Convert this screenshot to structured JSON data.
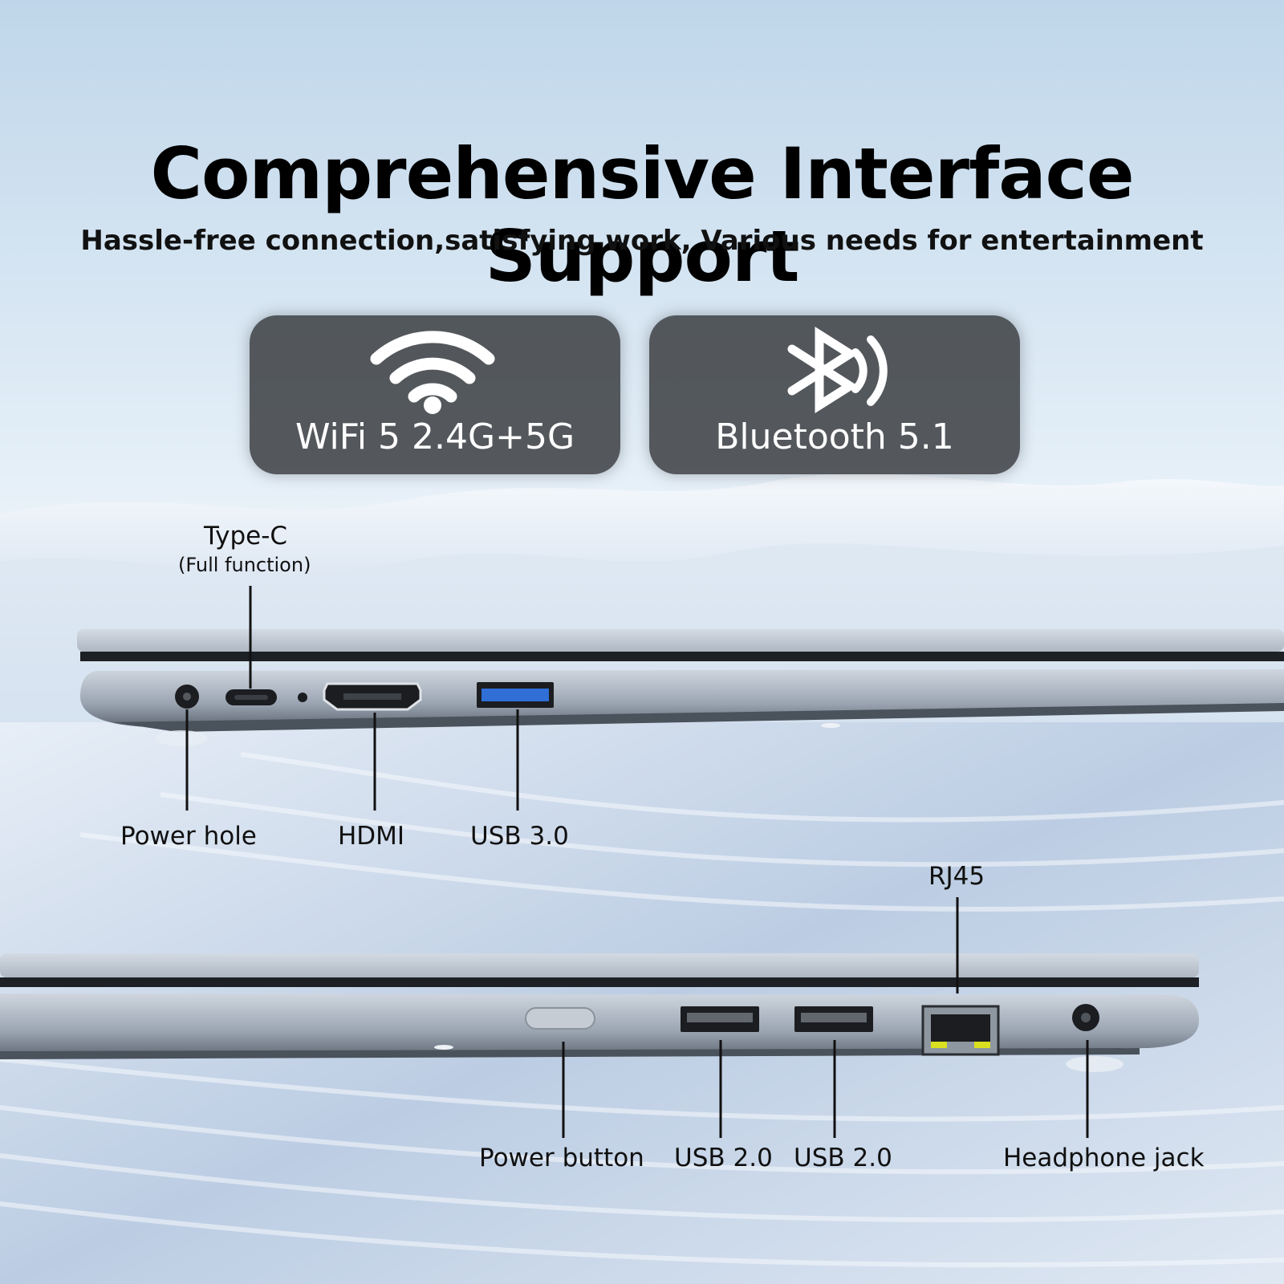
{
  "header": {
    "title": "Comprehensive Interface Support",
    "subtitle": "Hassle-free connection,satisfying work, Various needs for entertainment"
  },
  "features": [
    {
      "label": "WiFi 5 2.4G+5G",
      "icon": "wifi-icon"
    },
    {
      "label": "Bluetooth 5.1",
      "icon": "bluetooth-icon"
    }
  ],
  "left_side": {
    "type_c": {
      "name": "Type-C",
      "note": "(Full function)"
    },
    "power_hole": "Power hole",
    "hdmi": "HDMI",
    "usb3": "USB 3.0"
  },
  "right_side": {
    "rj45": "RJ45",
    "power_button": "Power button",
    "usb2_a": "USB 2.0",
    "usb2_b": "USB 2.0",
    "headphone": "Headphone jack"
  },
  "colors": {
    "card_bg": "#34373b",
    "usb3_blue": "#2f6fd6",
    "rj45_led": "#d8e01f"
  }
}
